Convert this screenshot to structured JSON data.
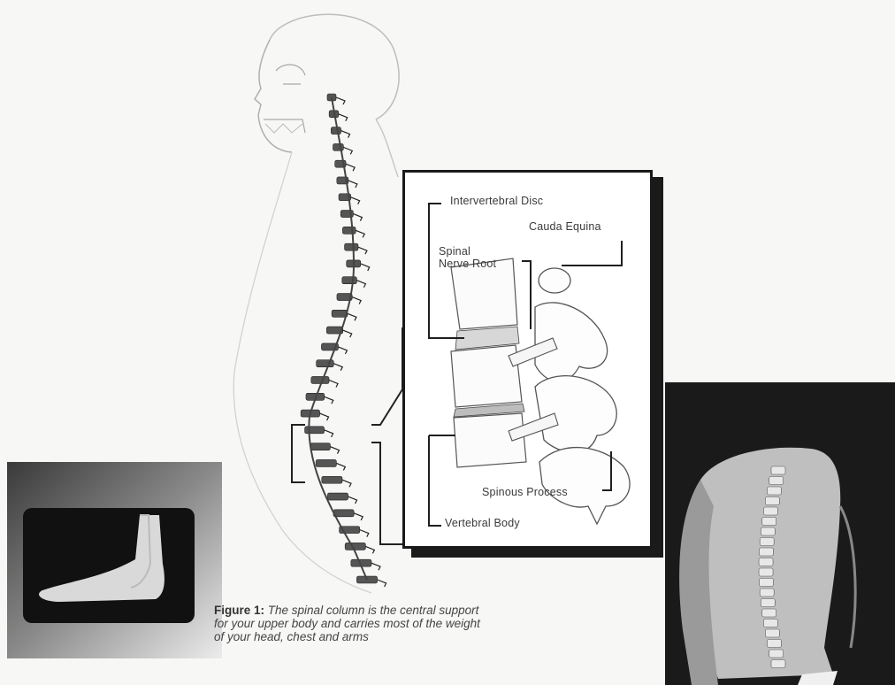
{
  "labels": {
    "intervertebral_disc": "Intervertebral Disc",
    "cauda_equina": "Cauda Equina",
    "spinal_nerve_root_line1": "Spinal",
    "spinal_nerve_root_line2": "Nerve Root",
    "spinous_process": "Spinous Process",
    "vertebral_body": "Vertebral Body"
  },
  "caption": {
    "figure_label": "Figure 1:",
    "line1": "The spinal column is the central support",
    "line2": "for your upper body and carries most of the weight",
    "line3": "of your  head, chest and arms"
  }
}
